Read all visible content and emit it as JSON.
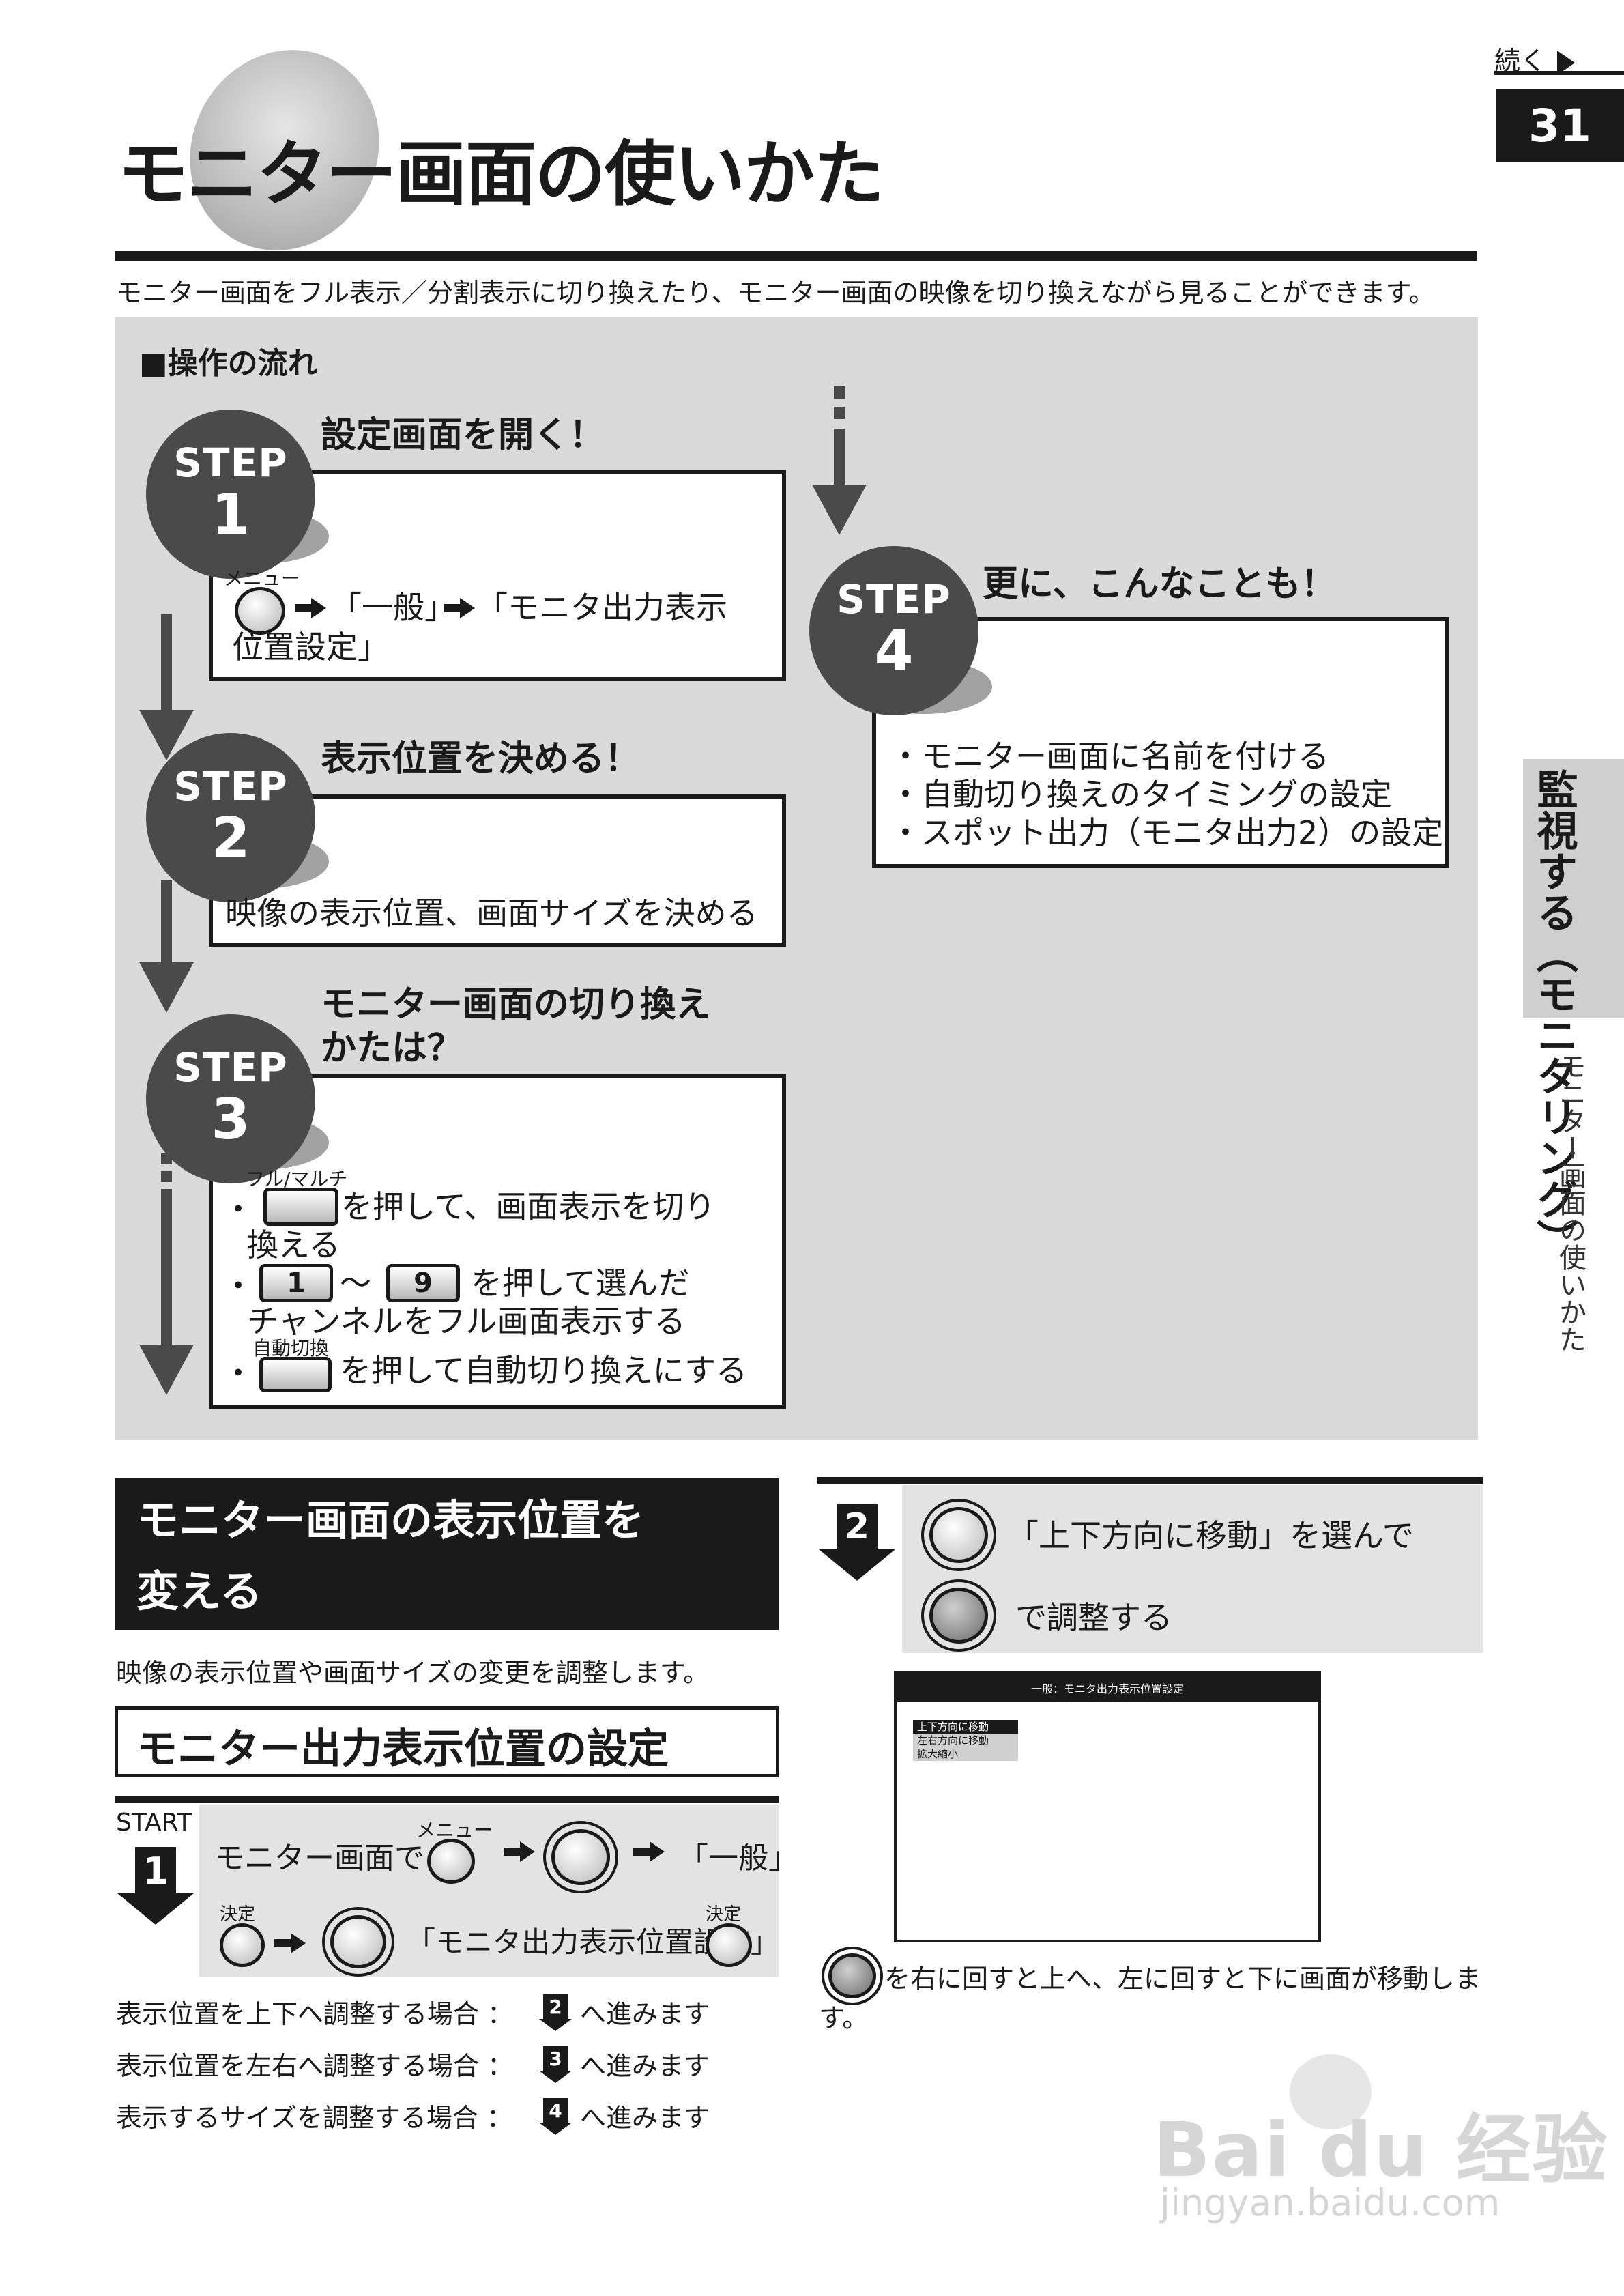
{
  "header": {
    "title": "モニター画面の使いかた",
    "continue_label": "続く",
    "page_number": "31",
    "intro": "モニター画面をフル表示／分割表示に切り換えたり、モニター画面の映像を切り換えながら見ることができます。"
  },
  "side_tab": {
    "label": "監視する（モニタリング）",
    "sub_label": "モニター画面の使いかた"
  },
  "flow": {
    "heading": "■操作の流れ",
    "step_word": "STEP",
    "steps": [
      {
        "number": "1",
        "title": "設定画面を開く！",
        "menu_label": "メニュー",
        "line1": "「一般」",
        "line1b": "「モニタ出力表示",
        "line2": "位置設定」"
      },
      {
        "number": "2",
        "title": "表示位置を決める！",
        "text": "映像の表示位置、画面サイズを決める"
      },
      {
        "number": "3",
        "title_line1": "モニター画面の切り換え",
        "title_line2": "かたは？",
        "bullet": "・",
        "label_full_multi": "フル/マルチ",
        "item1_a": "を押して、画面表示を切り",
        "item1_b": "換える",
        "btn_1": "1",
        "tilde": "〜",
        "btn_9": "9",
        "item2_a": "を押して選んだ",
        "item2_b": "チャンネルをフル画面表示する",
        "label_auto": "自動切換",
        "item3": "を押して自動切り換えにする"
      },
      {
        "number": "4",
        "title": "更に、こんなことも！",
        "items": [
          "・モニター画面に名前を付ける",
          "・自動切り換えのタイミングの設定",
          "・スポット出力（モニタ出力2）の設定"
        ]
      }
    ]
  },
  "section": {
    "title_line1": "モニター画面の表示位置を",
    "title_line2": "変える",
    "description": "映像の表示位置や画面サイズの変更を調整します。",
    "subsection_title": "モニター出力表示位置の設定"
  },
  "procedure_step1": {
    "start_label": "START",
    "number": "1",
    "line1_text": "モニター画面で",
    "menu_label": "メニュー",
    "general_label": "「一般」",
    "confirm_label": "決定",
    "line2_text": "「モニタ出力表示位置設定」"
  },
  "routes": [
    {
      "text": "表示位置を上下へ調整する場合 ：",
      "step": "2",
      "suffix": "へ進みます"
    },
    {
      "text": "表示位置を左右へ調整する場合 ：",
      "step": "3",
      "suffix": "へ進みます"
    },
    {
      "text": "表示するサイズを調整する場合 ：",
      "step": "4",
      "suffix": "へ進みます"
    }
  ],
  "procedure_step2": {
    "number": "2",
    "line1": "「上下方向に移動」を選んで",
    "line2": "で調整する"
  },
  "screen": {
    "title": "一般：モニタ出力表示位置設定",
    "menu_items": [
      "上下方向に移動",
      "左右方向に移動",
      "拡大縮小"
    ],
    "selected_index": 0
  },
  "note": "を右に回すと上へ、左に回すと下に画面が移動します。",
  "watermark": {
    "line1": "Bai du 经验",
    "line2": "jingyan.baidu.com"
  },
  "colors": {
    "dark": "#1a1a1a",
    "step_circle": "#4a4a4a",
    "flow_background": "#dadada",
    "tab_background": "#cfcfcf"
  }
}
